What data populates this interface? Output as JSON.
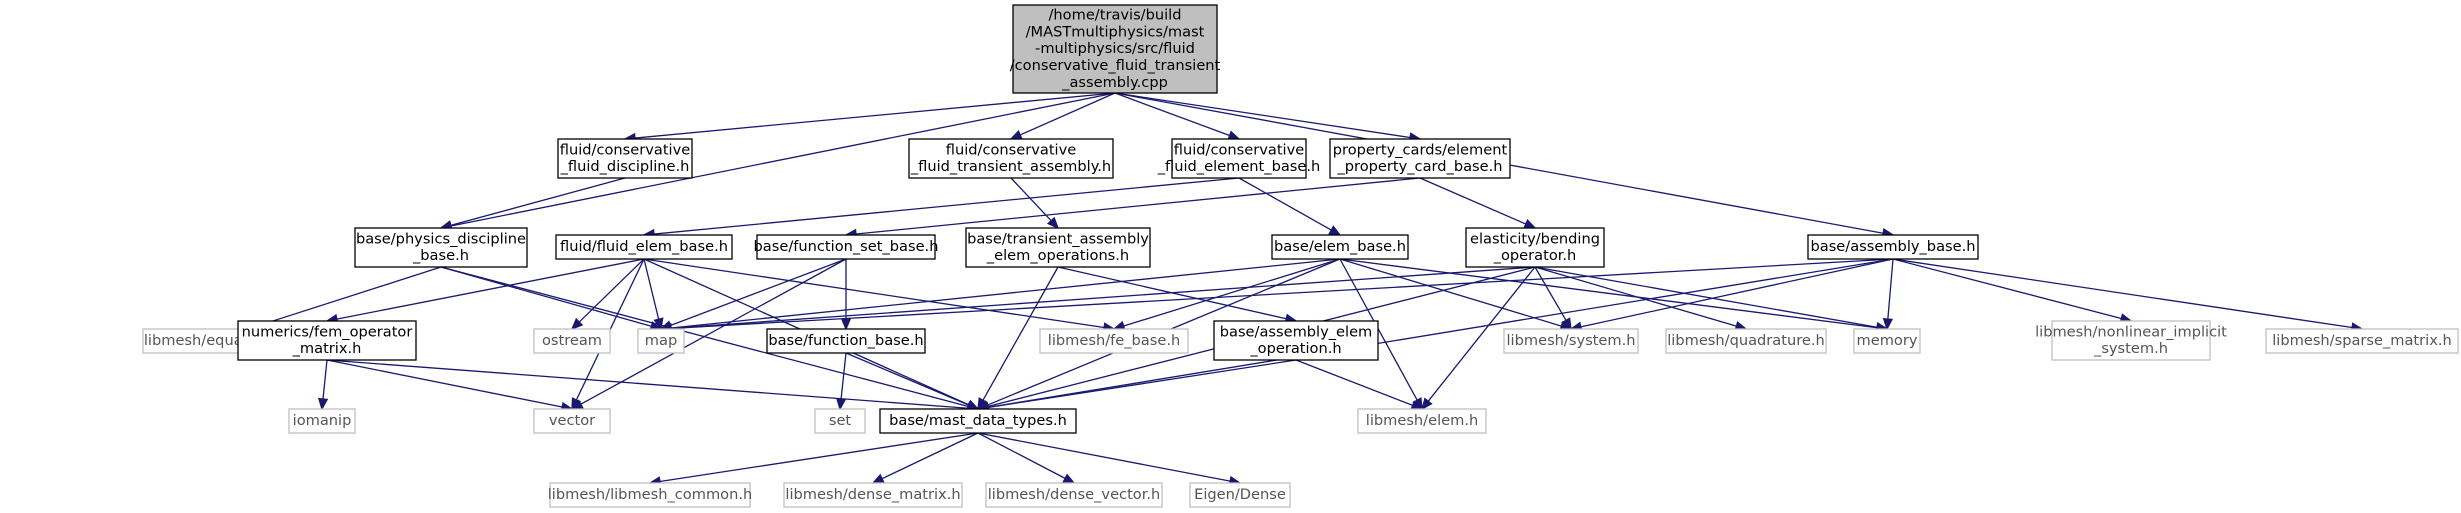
{
  "graph": {
    "root": "n0",
    "colors": {
      "root_fill": "#bfbfbf",
      "edge": "#191970",
      "internal_border": "#000000",
      "external_border": "#bfbfbf",
      "external_text": "#555555"
    },
    "nodes": [
      {
        "id": "n0",
        "kind": "root",
        "lines": [
          "/home/travis/build",
          "/MASTmultiphysics/mast",
          "-multiphysics/src/fluid",
          "/conservative_fluid_transient",
          "_assembly.cpp"
        ]
      },
      {
        "id": "n1",
        "kind": "internal",
        "lines": [
          "fluid/conservative",
          "_fluid_discipline.h"
        ]
      },
      {
        "id": "n2",
        "kind": "internal",
        "lines": [
          "fluid/conservative",
          "_fluid_transient_assembly.h"
        ]
      },
      {
        "id": "n3",
        "kind": "internal",
        "lines": [
          "fluid/conservative",
          "_fluid_element_base.h"
        ]
      },
      {
        "id": "n4",
        "kind": "internal",
        "lines": [
          "property_cards/element",
          "_property_card_base.h"
        ]
      },
      {
        "id": "n5",
        "kind": "internal",
        "lines": [
          "base/physics_discipline",
          "_base.h"
        ]
      },
      {
        "id": "n6",
        "kind": "internal",
        "lines": [
          "fluid/fluid_elem_base.h"
        ]
      },
      {
        "id": "n7",
        "kind": "internal",
        "lines": [
          "base/function_set_base.h"
        ]
      },
      {
        "id": "n8",
        "kind": "internal",
        "lines": [
          "base/transient_assembly",
          "_elem_operations.h"
        ]
      },
      {
        "id": "n9",
        "kind": "internal",
        "lines": [
          "base/elem_base.h"
        ]
      },
      {
        "id": "n10",
        "kind": "internal",
        "lines": [
          "elasticity/bending",
          "_operator.h"
        ]
      },
      {
        "id": "n11",
        "kind": "internal",
        "lines": [
          "base/assembly_base.h"
        ]
      },
      {
        "id": "n12",
        "kind": "external",
        "lines": [
          "libmesh/equation_systems.h"
        ]
      },
      {
        "id": "n13",
        "kind": "internal",
        "lines": [
          "numerics/fem_operator",
          "_matrix.h"
        ]
      },
      {
        "id": "n14",
        "kind": "external",
        "lines": [
          "ostream"
        ]
      },
      {
        "id": "n15",
        "kind": "external",
        "lines": [
          "map"
        ]
      },
      {
        "id": "n16",
        "kind": "internal",
        "lines": [
          "base/function_base.h"
        ]
      },
      {
        "id": "n17",
        "kind": "external",
        "lines": [
          "libmesh/fe_base.h"
        ]
      },
      {
        "id": "n18",
        "kind": "internal",
        "lines": [
          "base/assembly_elem",
          "_operation.h"
        ]
      },
      {
        "id": "n19",
        "kind": "external",
        "lines": [
          "libmesh/system.h"
        ]
      },
      {
        "id": "n20",
        "kind": "external",
        "lines": [
          "libmesh/quadrature.h"
        ]
      },
      {
        "id": "n21",
        "kind": "external",
        "lines": [
          "memory"
        ]
      },
      {
        "id": "n22",
        "kind": "external",
        "lines": [
          "libmesh/nonlinear_implicit",
          "_system.h"
        ]
      },
      {
        "id": "n23",
        "kind": "external",
        "lines": [
          "libmesh/sparse_matrix.h"
        ]
      },
      {
        "id": "n24",
        "kind": "external",
        "lines": [
          "iomanip"
        ]
      },
      {
        "id": "n25",
        "kind": "external",
        "lines": [
          "vector"
        ]
      },
      {
        "id": "n26",
        "kind": "external",
        "lines": [
          "set"
        ]
      },
      {
        "id": "n27",
        "kind": "internal",
        "lines": [
          "base/mast_data_types.h"
        ]
      },
      {
        "id": "n28",
        "kind": "external",
        "lines": [
          "libmesh/elem.h"
        ]
      },
      {
        "id": "n29",
        "kind": "external",
        "lines": [
          "libmesh/libmesh_common.h"
        ]
      },
      {
        "id": "n30",
        "kind": "external",
        "lines": [
          "libmesh/dense_matrix.h"
        ]
      },
      {
        "id": "n31",
        "kind": "external",
        "lines": [
          "libmesh/dense_vector.h"
        ]
      },
      {
        "id": "n32",
        "kind": "external",
        "lines": [
          "Eigen/Dense"
        ]
      }
    ],
    "edges": [
      [
        "n0",
        "n1"
      ],
      [
        "n0",
        "n2"
      ],
      [
        "n0",
        "n3"
      ],
      [
        "n0",
        "n4"
      ],
      [
        "n0",
        "n5"
      ],
      [
        "n0",
        "n11"
      ],
      [
        "n1",
        "n5"
      ],
      [
        "n2",
        "n8"
      ],
      [
        "n3",
        "n6"
      ],
      [
        "n3",
        "n9"
      ],
      [
        "n4",
        "n7"
      ],
      [
        "n4",
        "n10"
      ],
      [
        "n5",
        "n12"
      ],
      [
        "n5",
        "n15"
      ],
      [
        "n5",
        "n27"
      ],
      [
        "n6",
        "n13"
      ],
      [
        "n6",
        "n14"
      ],
      [
        "n6",
        "n15"
      ],
      [
        "n6",
        "n17"
      ],
      [
        "n6",
        "n27"
      ],
      [
        "n6",
        "n25"
      ],
      [
        "n7",
        "n15"
      ],
      [
        "n7",
        "n16"
      ],
      [
        "n7",
        "n25"
      ],
      [
        "n8",
        "n18"
      ],
      [
        "n8",
        "n27"
      ],
      [
        "n9",
        "n15"
      ],
      [
        "n9",
        "n17"
      ],
      [
        "n9",
        "n19"
      ],
      [
        "n9",
        "n21"
      ],
      [
        "n9",
        "n27"
      ],
      [
        "n9",
        "n28"
      ],
      [
        "n10",
        "n15"
      ],
      [
        "n10",
        "n19"
      ],
      [
        "n10",
        "n20"
      ],
      [
        "n10",
        "n21"
      ],
      [
        "n10",
        "n27"
      ],
      [
        "n10",
        "n28"
      ],
      [
        "n11",
        "n15"
      ],
      [
        "n11",
        "n19"
      ],
      [
        "n11",
        "n21"
      ],
      [
        "n11",
        "n22"
      ],
      [
        "n11",
        "n23"
      ],
      [
        "n11",
        "n27"
      ],
      [
        "n13",
        "n24"
      ],
      [
        "n13",
        "n25"
      ],
      [
        "n13",
        "n27"
      ],
      [
        "n16",
        "n26"
      ],
      [
        "n16",
        "n27"
      ],
      [
        "n18",
        "n27"
      ],
      [
        "n18",
        "n28"
      ],
      [
        "n27",
        "n29"
      ],
      [
        "n27",
        "n30"
      ],
      [
        "n27",
        "n31"
      ],
      [
        "n27",
        "n32"
      ]
    ]
  }
}
